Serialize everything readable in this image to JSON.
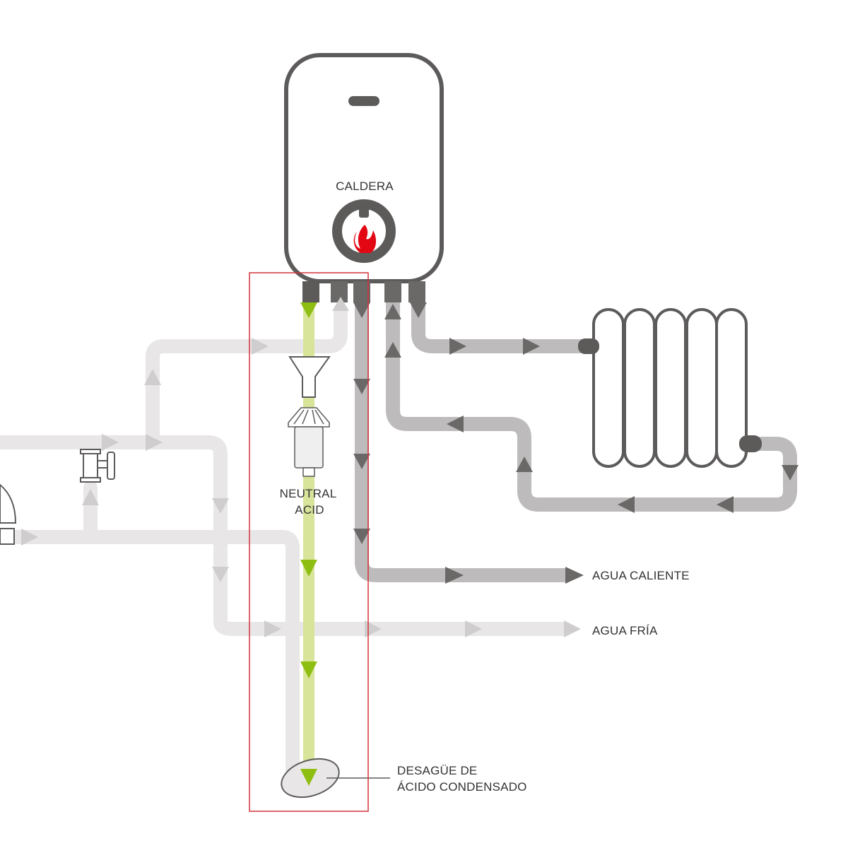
{
  "labels": {
    "boiler": "CALDERA",
    "neutralizer_line1": "NEUTRAL",
    "neutralizer_line2": "ACID",
    "hot_water": "AGUA CALIENTE",
    "cold_water": "AGUA FRÍA",
    "drain_line1": "DESAGÜE DE",
    "drain_line2": "ÁCIDO CONDENSADO"
  },
  "colors": {
    "boiler_outline": "#5d5a5a",
    "light_pipe": "#e8e6e6",
    "light_arrow": "#cfcdcd",
    "medium_pipe": "#bdbbbb",
    "dark_arrow": "#6b6868",
    "condensate_line": "#d7e49a",
    "condensate_arrow": "#8fbe12",
    "flame": "#e30613",
    "highlight_box": "#d2333a"
  },
  "icons": {
    "boiler": "boiler-icon",
    "flame": "flame-icon",
    "radiator": "radiator-icon",
    "funnel": "funnel-icon",
    "neutralizer": "neutralizer-icon",
    "valve": "valve-icon",
    "drain": "drain-icon"
  }
}
